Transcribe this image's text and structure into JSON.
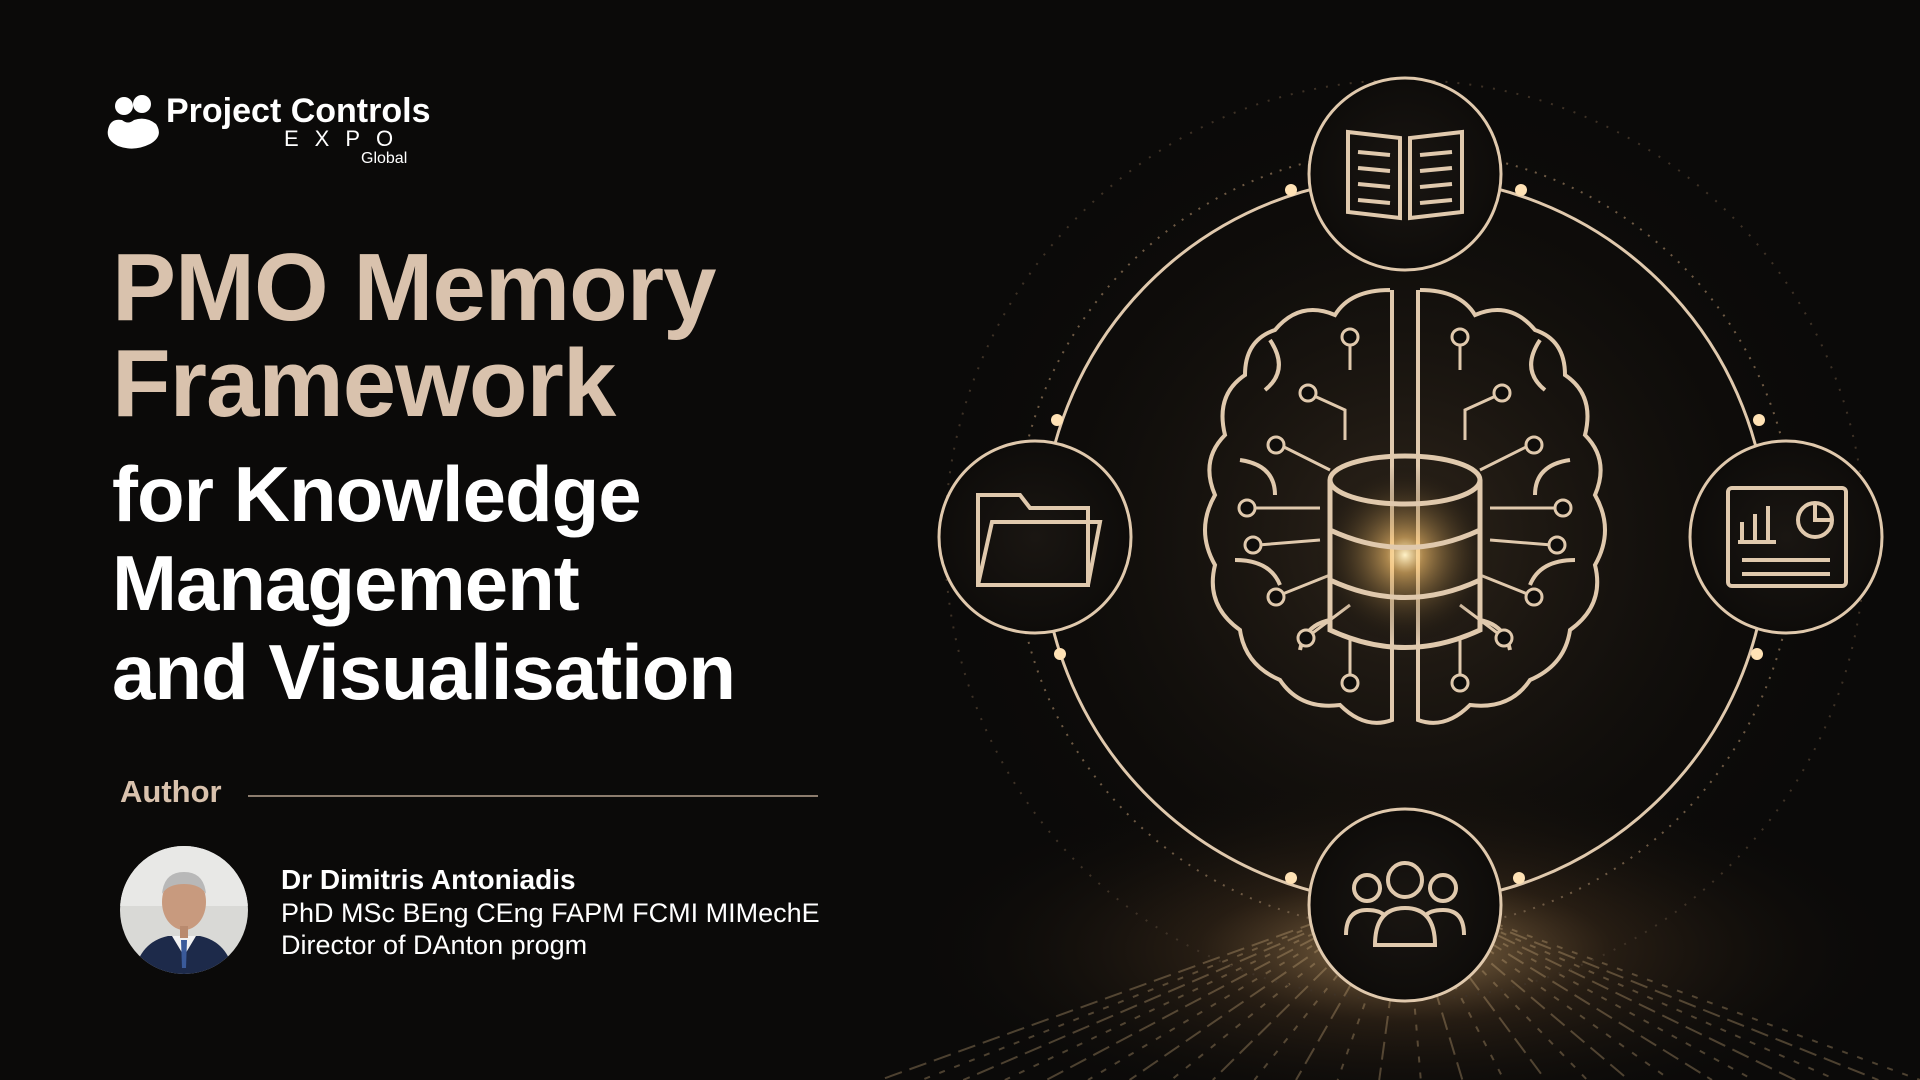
{
  "brand": {
    "name": "Project Controls",
    "sub": "EXPO",
    "region": "Global"
  },
  "title": {
    "line1": "PMO Memory",
    "line2": "Framework",
    "line3": "for Knowledge",
    "line4": "Management",
    "line5": "and Visualisation"
  },
  "author": {
    "label": "Author",
    "name": "Dr Dimitris Antoniadis",
    "credentials": "PhD MSc BEng CEng FAPM FCMI MIMechE",
    "role": "Director of DAnton progm"
  },
  "colors": {
    "accent": "#d9c2ad",
    "background": "#0b0a09",
    "line": "#e0c9ad",
    "glow": "#ffd9a0"
  },
  "icons": [
    "book-icon",
    "folder-icon",
    "dashboard-icon",
    "team-icon",
    "brain-circuit-icon",
    "database-icon"
  ]
}
